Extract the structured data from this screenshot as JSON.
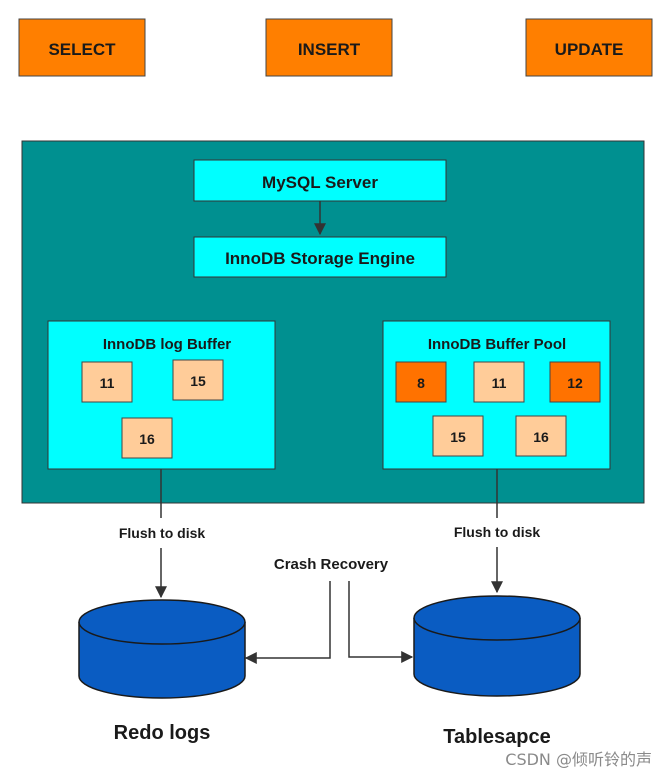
{
  "ops": [
    "SELECT",
    "INSERT",
    "UPDATE"
  ],
  "server": {
    "mysql": "MySQL Server",
    "engine": "InnoDB Storage Engine",
    "log_buffer": {
      "title": "InnoDB log Buffer",
      "pages": [
        "11",
        "15",
        "16"
      ]
    },
    "buffer_pool": {
      "title": "InnoDB Buffer Pool",
      "pages": [
        "8",
        "11",
        "12",
        "15",
        "16"
      ],
      "dirty_pages": [
        "8",
        "12"
      ]
    }
  },
  "edges": {
    "flush_left": "Flush to disk",
    "flush_right": "Flush to disk",
    "crash_recovery": "Crash Recovery"
  },
  "storage": {
    "redo": "Redo logs",
    "tablespace": "Tablesapce"
  },
  "watermark": "CSDN @倾听铃的声",
  "colors": {
    "op_fill": "#ff7f00",
    "container": "#009090",
    "cyan": "#00ffff",
    "page": "#ffcc99",
    "dirty_page": "#ff7200",
    "cylinder": "#0a5cc2"
  }
}
